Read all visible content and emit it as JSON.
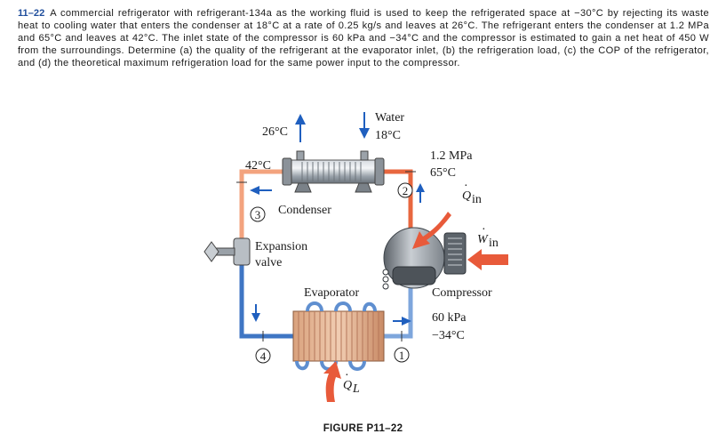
{
  "problem": {
    "number": "11–22",
    "text": "A commercial refrigerator with refrigerant-134a as the working fluid is used to keep the refrigerated space at −30°C by rejecting its waste heat to cooling water that enters the condenser at 18°C at a rate of 0.25 kg/s and leaves at 26°C. The refrigerant enters the condenser at 1.2 MPa and 65°C and leaves at 42°C. The inlet state of the compressor is 60 kPa and −34°C and the compressor is estimated to gain a net heat of 450 W from the surroundings. Determine (a) the quality of the refrigerant at the evaporator inlet, (b) the refrigeration load, (c) the COP of the refrigerator, and (d) the theoretical maximum refrigeration load for the same power input to the compressor."
  },
  "figure": {
    "water_label": "Water",
    "water_in_temp": "18°C",
    "water_out_temp": "26°C",
    "condenser_label": "Condenser",
    "condenser_exit_temp": "42°C",
    "condenser_inlet_pressure": "1.2 MPa",
    "condenser_inlet_temp": "65°C",
    "expansion_label_line1": "Expansion",
    "expansion_label_line2": "valve",
    "evaporator_label": "Evaporator",
    "compressor_label": "Compressor",
    "compressor_inlet_pressure": "60 kPa",
    "compressor_inlet_temp": "−34°C",
    "q_in_main": "Q",
    "q_in_sub": "in",
    "w_in_main": "W",
    "w_in_sub": "in",
    "q_l_main": "Q",
    "q_l_sub": "L",
    "states": [
      "1",
      "2",
      "3",
      "4"
    ],
    "caption": "FIGURE P11–22"
  },
  "colors": {
    "problem_number": "#1f4e9c",
    "hot_pipe": "#e8673f",
    "warm_pipe": "#f3a37e",
    "cold_pipe": "#3f76c4",
    "cool_pipe": "#7ea6dc",
    "arrow_blue": "#1f5fbf",
    "heat_arrow": "#e85a3a"
  }
}
